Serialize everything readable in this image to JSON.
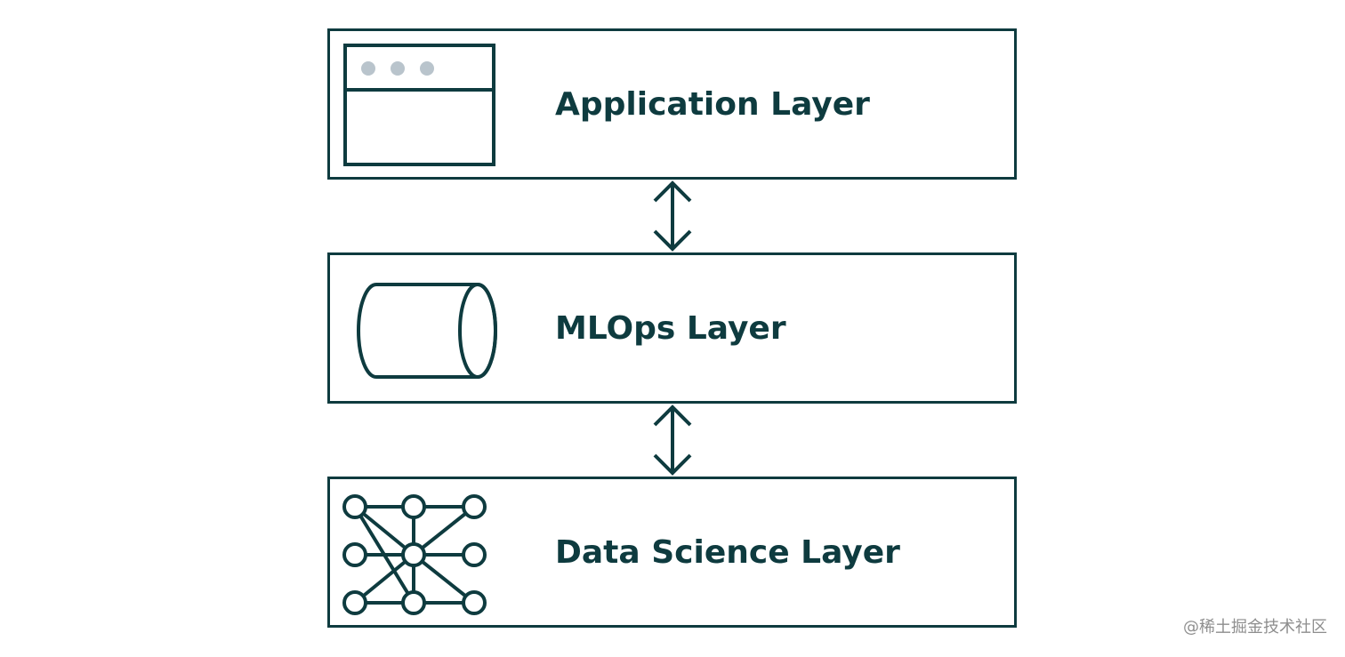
{
  "layers": [
    {
      "label": "Application Layer",
      "icon": "browser-window-icon"
    },
    {
      "label": "MLOps Layer",
      "icon": "cylinder-icon"
    },
    {
      "label": "Data Science Layer",
      "icon": "neural-network-icon"
    }
  ],
  "watermark": "@稀土掘金技术社区",
  "colors": {
    "stroke": "#0e3b3f",
    "window_dots": "#b9c4cc",
    "watermark": "#8e8e8e",
    "background": "#ffffff"
  }
}
